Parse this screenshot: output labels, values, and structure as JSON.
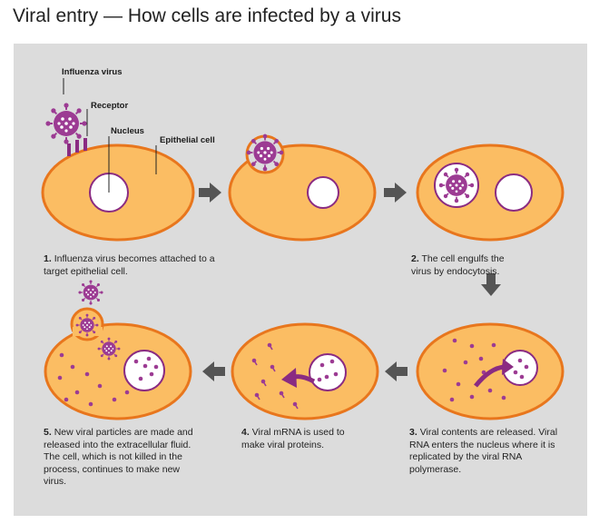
{
  "title": "Viral entry — How cells are infected by a virus",
  "labels": {
    "influenza_virus": "Influenza virus",
    "receptor": "Receptor",
    "nucleus": "Nucleus",
    "epithelial_cell": "Epithelial cell"
  },
  "steps": [
    {
      "num": "1.",
      "text": "Influenza virus becomes attached to a target epithelial cell."
    },
    {
      "num": "2.",
      "text": "The cell engulfs the virus by endocytosis."
    },
    {
      "num": "3.",
      "text": "Viral contents are released. Viral RNA enters the nucleus where it is replicated by the viral RNA polymerase."
    },
    {
      "num": "4.",
      "text": "Viral mRNA is used to make viral proteins."
    },
    {
      "num": "5.",
      "text": "New viral particles are made and released into the extracellular fluid. The cell, which is not killed in the process, continues to make new virus."
    }
  ],
  "colors": {
    "background_panel": "#dcdcdc",
    "cell_fill": "#fbbd63",
    "cell_outline": "#e8761d",
    "virus_purple": "#9c3b93",
    "nucleus_outline": "#8a2b82",
    "flow_arrow": "#555555"
  }
}
